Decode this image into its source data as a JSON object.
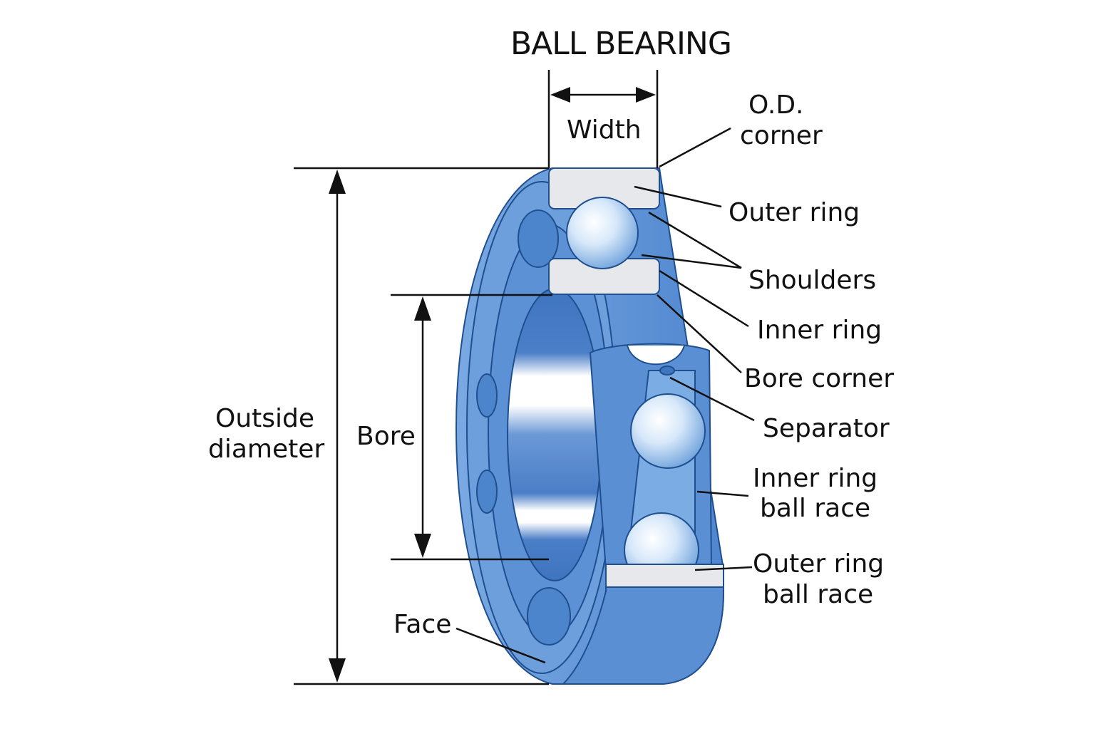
{
  "title": "BALL BEARING",
  "labels": {
    "width": "Width",
    "od_corner_1": "O.D.",
    "od_corner_2": "corner",
    "outer_ring": "Outer ring",
    "shoulders": "Shoulders",
    "inner_ring": "Inner ring",
    "bore_corner": "Bore corner",
    "separator": "Separator",
    "inner_race_1": "Inner ring",
    "inner_race_2": "ball race",
    "outer_race_1": "Outer ring",
    "outer_race_2": "ball race",
    "outside_diameter_1": "Outside",
    "outside_diameter_2": "diameter",
    "bore": "Bore",
    "face": "Face"
  },
  "colors": {
    "ring": "#5a8fd3",
    "ring_dark": "#3f74bf",
    "ring_light": "#9ec3ee",
    "section": "#e6e7ea",
    "ball_light": "#eef5fd",
    "ball_dark": "#7fb0e6",
    "line": "#111111"
  }
}
